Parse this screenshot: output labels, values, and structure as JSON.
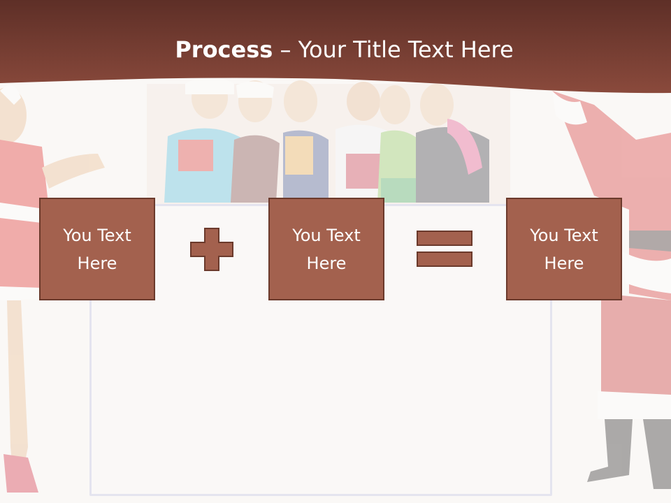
{
  "slide": {
    "title_bold": "Process",
    "title_separator": " – ",
    "title_rest": "Your Title Text Here"
  },
  "process": {
    "boxes": [
      {
        "line1": "You Text",
        "line2": "Here"
      },
      {
        "line1": "You Text",
        "line2": "Here"
      },
      {
        "line1": "You Text",
        "line2": "Here"
      }
    ],
    "operators": [
      "plus-icon",
      "equals-icon"
    ]
  },
  "colors": {
    "header": "#6b3a30",
    "box_fill": "#a3614e",
    "box_border": "#6b3a2c",
    "operator_fill": "#a3614e",
    "frame_border": "#e4e4ef",
    "title_text": "#ffffff"
  }
}
